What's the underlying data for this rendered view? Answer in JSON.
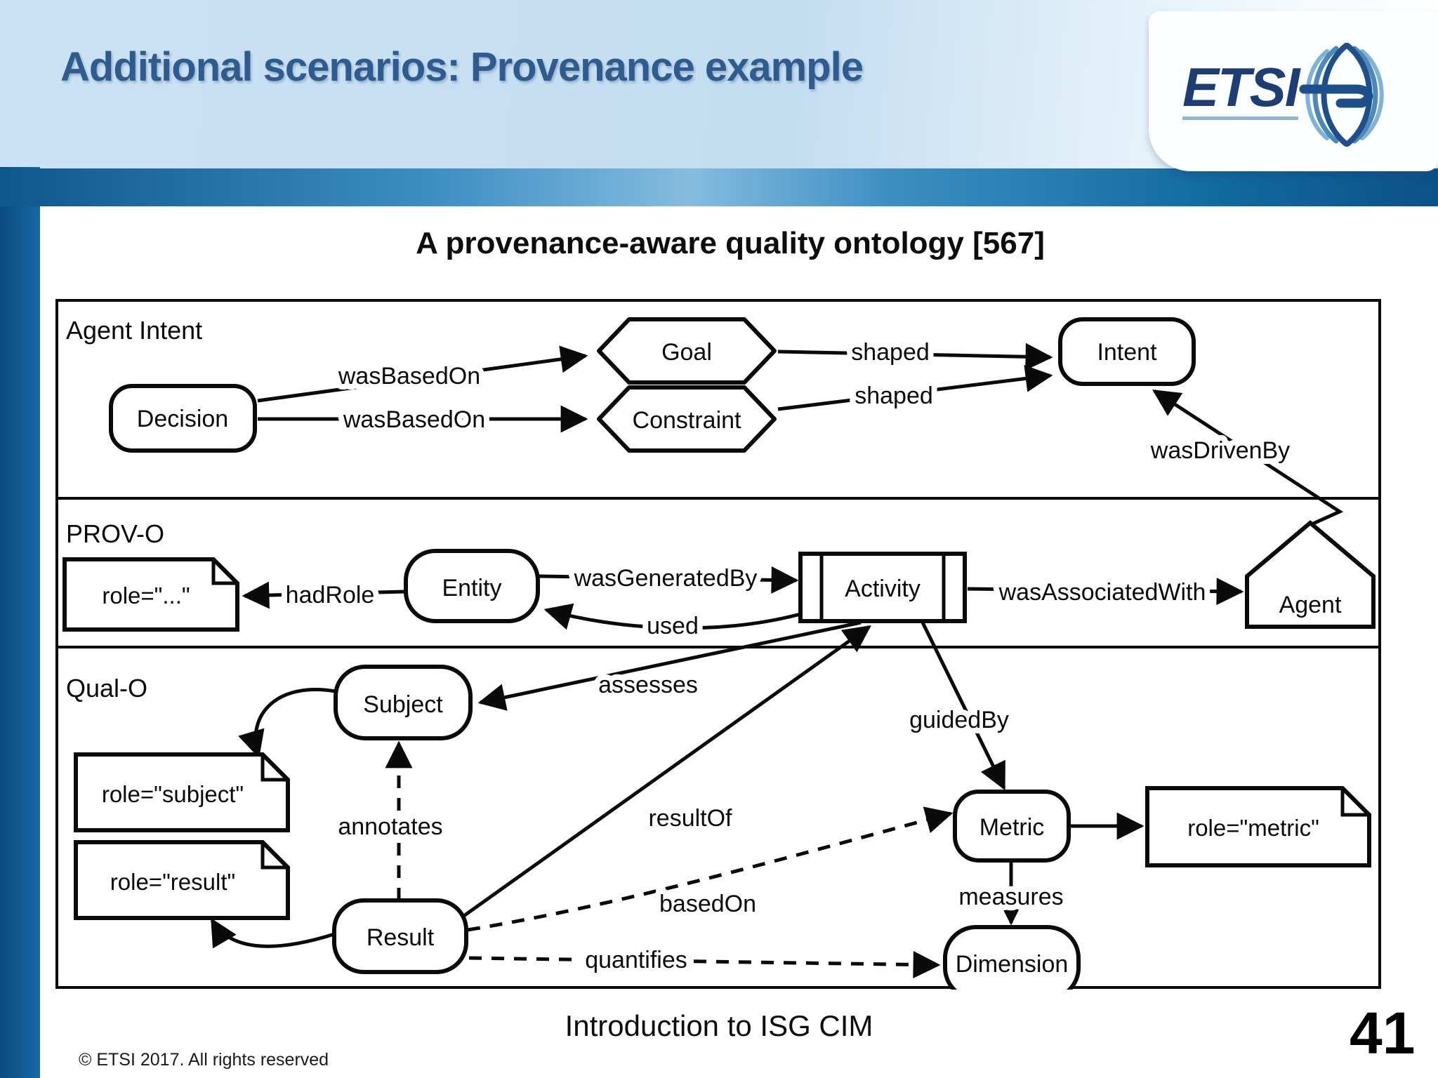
{
  "slide": {
    "header": {
      "title": "Additional scenarios: Provenance example",
      "logo_text": "ETSI"
    },
    "diagram_title": "A provenance-aware quality ontology [567]",
    "footer": {
      "center": "Introduction to ISG CIM",
      "left": "© ETSI 2017. All rights reserved",
      "page_number": "41"
    }
  },
  "colors": {
    "title_blue": "#2e5c8e",
    "band_blue": "#11699f",
    "strip_blue": "#0b4a7e",
    "logo_blue": "#1d3e75",
    "diagram_ink": "#0a0a0a"
  },
  "diagram": {
    "sections": {
      "band1": "Agent Intent",
      "band2": "PROV-O",
      "band3": "Qual-O"
    },
    "nodes": {
      "decision": "Decision",
      "goal": "Goal",
      "constraint": "Constraint",
      "intent": "Intent",
      "role_any": "role=\"...\"",
      "entity": "Entity",
      "activity": "Activity",
      "agent": "Agent",
      "subject": "Subject",
      "role_subject": "role=\"subject\"",
      "role_result": "role=\"result\"",
      "result": "Result",
      "metric": "Metric",
      "role_metric": "role=\"metric\"",
      "dimension": "Dimension"
    },
    "edges": {
      "wasBasedOn_goal": "wasBasedOn",
      "wasBasedOn_constraint": "wasBasedOn",
      "shaped_goal": "shaped",
      "shaped_constraint": "shaped",
      "wasDrivenBy": "wasDrivenBy",
      "hadRole": "hadRole",
      "wasGeneratedBy": "wasGeneratedBy",
      "used": "used",
      "wasAssociatedWith": "wasAssociatedWith",
      "assesses": "assesses",
      "annotates": "annotates",
      "resultOf": "resultOf",
      "basedOn": "basedOn",
      "quantifies": "quantifies",
      "guidedBy": "guidedBy",
      "measures": "measures"
    }
  }
}
